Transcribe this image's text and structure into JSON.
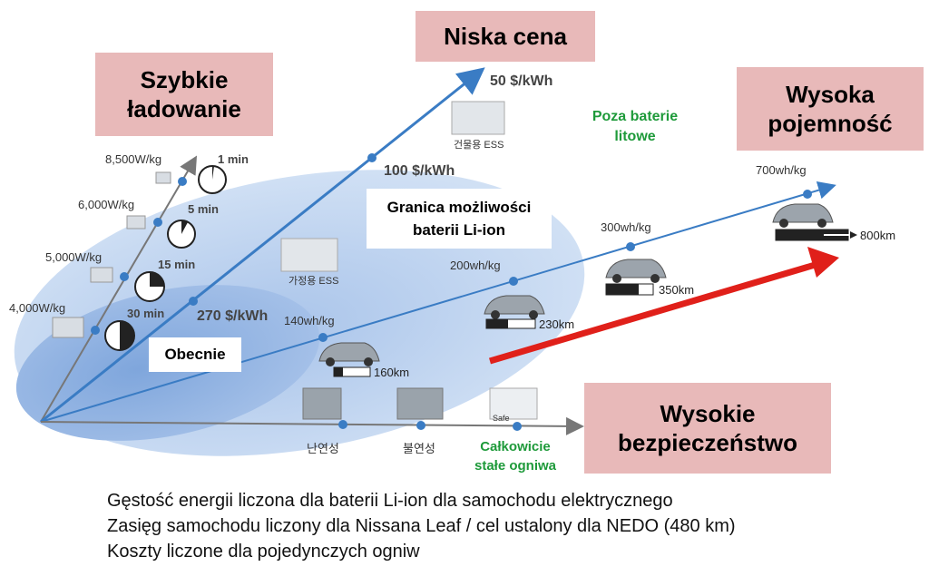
{
  "headers": {
    "fast_charging": "Szybkie\nładowanie",
    "low_price": "Niska cena",
    "high_capacity": "Wysoka\npojemność",
    "high_safety": "Wysokie\nbezpieczeństwo"
  },
  "labels": {
    "beyond_lithium": "Poza baterie\nlitowe",
    "li_ion_limit": "Granica możliwości\nbaterii Li-ion",
    "currently": "Obecnie",
    "solid_state": "Całkowicie\nstałe ogniwa"
  },
  "power_density": [
    "4,000W/kg",
    "5,000W/kg",
    "6,000W/kg",
    "8,500W/kg"
  ],
  "charge_times": [
    "30 min",
    "15 min",
    "5 min",
    "1 min"
  ],
  "cost_points": [
    "270 $/kWh",
    "100 $/kWh",
    "50 $/kWh"
  ],
  "energy_density": [
    "140wh/kg",
    "200wh/kg",
    "300wh/kg",
    "700wh/kg"
  ],
  "ranges": [
    "160km",
    "230km",
    "350km",
    "800km"
  ],
  "icon_labels": {
    "building_ess": "건물용 ESS",
    "home_ess": "가정용 ESS",
    "flame_retardant": "난연성",
    "non_flammable": "불연성",
    "safe": "Safe"
  },
  "footnotes": [
    "Gęstość energii liczona dla baterii Li-ion dla samochodu elektrycznego",
    "Zasięg samochodu liczony dla Nissana Leaf / cel ustalony dla NEDO (480 km)",
    "Koszty liczone dla pojedynczych ogniw"
  ],
  "colors": {
    "header_bg": "#e8b9b9",
    "axis_blue": "#3a7cc4",
    "ellipse_outer": "#bcd3ef",
    "ellipse_inner": "#8fb3e3",
    "growth_arrow": "#e0201a",
    "green_text": "#1e9a3a"
  }
}
